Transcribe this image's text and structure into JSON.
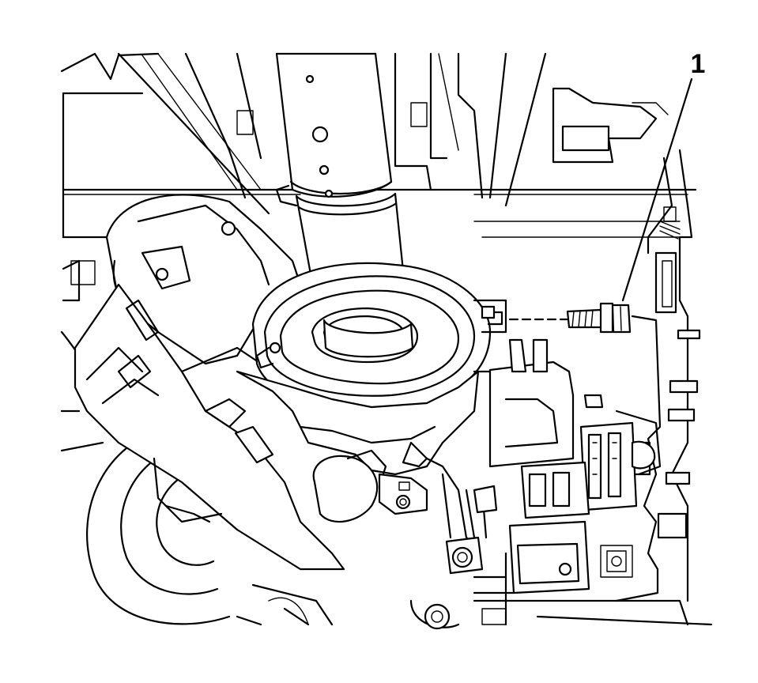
{
  "diagram": {
    "callouts": [
      {
        "id": "1",
        "label": "1",
        "part": "bolt"
      }
    ],
    "colors": {
      "line": "#000000",
      "background": "#ffffff"
    }
  }
}
